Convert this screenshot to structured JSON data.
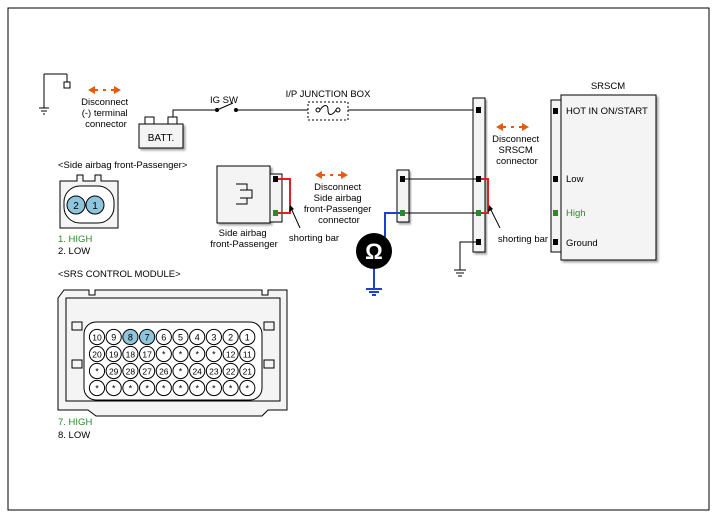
{
  "labels": {
    "disconnect_terminal": [
      "Disconnect",
      "(-) terminal",
      "connector"
    ],
    "batt": "BATT.",
    "ig_sw": "IG SW",
    "ip_junction_box": "I/P JUNCTION BOX",
    "side_airbag_caption": "<Side airbag front-Passenger>",
    "pin_high": "1. HIGH",
    "pin_low": "2. LOW",
    "side_airbag_component": [
      "Side airbag",
      "front-Passenger"
    ],
    "shorting_bar_1": "shorting bar",
    "disconnect_side_airbag": [
      "Disconnect",
      "Side airbag",
      "front-Passenger",
      "connector"
    ],
    "disconnect_srscm": [
      "Disconnect",
      "SRSCM",
      "connector"
    ],
    "shorting_bar_2": "shorting bar",
    "srscm_title": "SRSCM",
    "srscm_hot": "HOT IN ON/START",
    "srscm_low": "Low",
    "srscm_high": "High",
    "srscm_ground": "Ground",
    "srs_module_caption": "<SRS CONTROL MODULE>",
    "module_high": "7. HIGH",
    "module_low": "8. LOW",
    "ohm_symbol": "Ω"
  },
  "side_connector_pins": [
    "2",
    "1"
  ],
  "module_pin_rows": [
    [
      "10",
      "9",
      "8",
      "7",
      "6",
      "5",
      "4",
      "3",
      "2",
      "1"
    ],
    [
      "20",
      "19",
      "18",
      "17",
      "*",
      "*",
      "*",
      "*",
      "12",
      "11"
    ],
    [
      "*",
      "29",
      "28",
      "27",
      "26",
      "*",
      "24",
      "23",
      "22",
      "21"
    ],
    [
      "*",
      "*",
      "*",
      "*",
      "*",
      "*",
      "*",
      "*",
      "*",
      "*"
    ]
  ],
  "highlighted_module_pins": [
    "8",
    "7"
  ],
  "colors": {
    "line": "#000000",
    "high_text": "#2a8a2a",
    "arrow": "#e85a0a",
    "pin_highlight": "#8ec4dc",
    "shorting_bar": "#e02020",
    "ground_wire": "#1f3fd0",
    "component_fill": "#f4f4f4"
  }
}
